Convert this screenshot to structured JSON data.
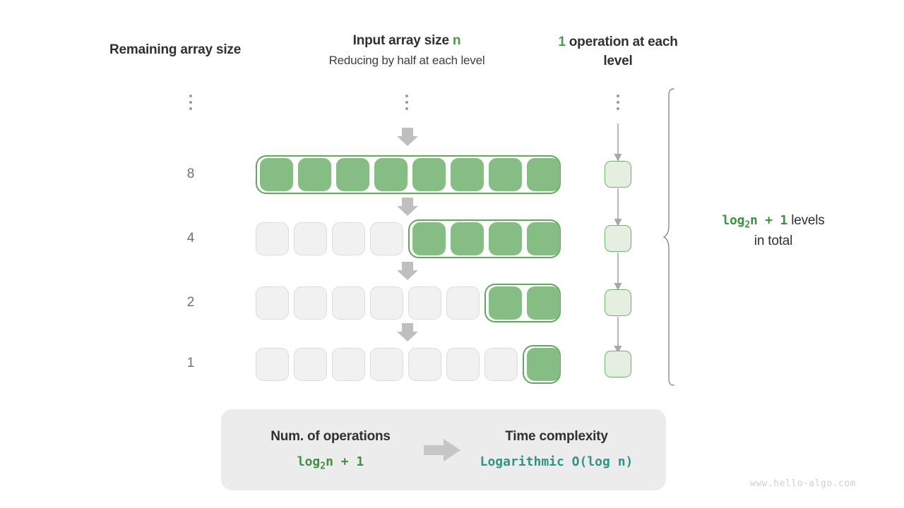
{
  "headers": {
    "left": "Remaining array size",
    "mid_line1_pre": "Input array size ",
    "mid_line1_var": "n",
    "mid_line2": "Reducing by half at each level",
    "right_num": "1",
    "right_rest": " operation at each level"
  },
  "levels": [
    {
      "size_label": "8",
      "total_cells": 8,
      "filled_from": 0,
      "filled_count": 8
    },
    {
      "size_label": "4",
      "total_cells": 8,
      "filled_from": 4,
      "filled_count": 4
    },
    {
      "size_label": "2",
      "total_cells": 8,
      "filled_from": 6,
      "filled_count": 2
    },
    {
      "size_label": "1",
      "total_cells": 8,
      "filled_from": 7,
      "filled_count": 1
    }
  ],
  "operation_cells": 4,
  "note": {
    "formula_pre": "log",
    "formula_sub": "2",
    "formula_post": "n + 1",
    "text_after": "  levels",
    "line2": "in total"
  },
  "summary": {
    "left_title": "Num. of operations",
    "left_value_pre": "log",
    "left_value_sub": "2",
    "left_value_post": "n + 1",
    "arrow_icon": "right-arrow-icon",
    "right_title": "Time complexity",
    "right_value": "Logarithmic  O(log n)"
  },
  "watermark": "www.hello-algo.com",
  "colors": {
    "green_fill": "#85bd84",
    "green_border": "#5fa85e",
    "green_text": "#3f9142",
    "teal_text": "#2f9484",
    "empty_fill": "#f1f1f1",
    "empty_border": "#dcdcdc",
    "arrow_gray": "#bfbfbf",
    "panel_gray": "#ececec"
  }
}
